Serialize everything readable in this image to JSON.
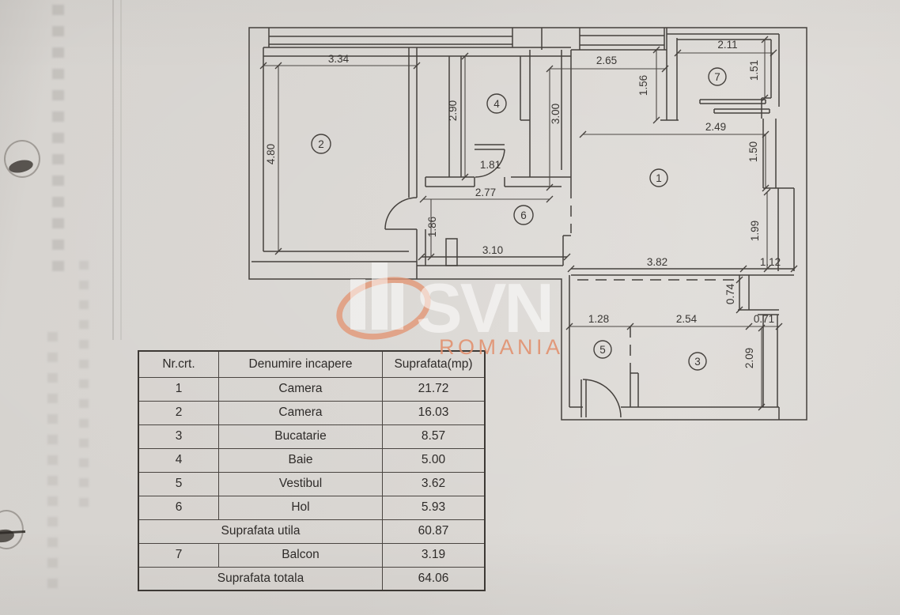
{
  "document": {
    "type_label": "apartment floor plan (releveu)",
    "colors": {
      "paper": "#d8d5d1",
      "ink": "#45413d",
      "accent_orange": "#e28c69",
      "watermark_white": "rgba(255,255,255,0.55)"
    }
  },
  "watermark": {
    "brand": "SVN",
    "region": "ROMANIA"
  },
  "plan": {
    "room_numbers": {
      "r1": "1",
      "r2": "2",
      "r3": "3",
      "r4": "4",
      "r5": "5",
      "r6": "6",
      "r7": "7"
    },
    "dims": {
      "d334": "3.34",
      "d480": "4.80",
      "d290": "2.90",
      "d181": "1.81",
      "d277": "2.77",
      "d186": "1.86",
      "d310": "3.10",
      "d300": "3.00",
      "d265": "2.65",
      "d156": "1.56",
      "d211": "2.11",
      "d151": "1.51",
      "d249": "2.49",
      "d150": "1.50",
      "d199": "1.99",
      "d382": "3.82",
      "d112": "1.12",
      "d074": "0.74",
      "d128": "1.28",
      "d254": "2.54",
      "d071": "0.71",
      "d209": "2.09"
    }
  },
  "table": {
    "headers": [
      "Nr.crt.",
      "Denumire incapere",
      "Suprafata(mp)"
    ],
    "rows": [
      {
        "nr": "1",
        "name": "Camera",
        "area": "21.72"
      },
      {
        "nr": "2",
        "name": "Camera",
        "area": "16.03"
      },
      {
        "nr": "3",
        "name": "Bucatarie",
        "area": "8.57"
      },
      {
        "nr": "4",
        "name": "Baie",
        "area": "5.00"
      },
      {
        "nr": "5",
        "name": "Vestibul",
        "area": "3.62"
      },
      {
        "nr": "6",
        "name": "Hol",
        "area": "5.93"
      }
    ],
    "subtotal": {
      "label": "Suprafata utila",
      "area": "60.87"
    },
    "balcony_row": {
      "nr": "7",
      "name": "Balcon",
      "area": "3.19"
    },
    "total": {
      "label": "Suprafata totala",
      "area": "64.06"
    }
  }
}
